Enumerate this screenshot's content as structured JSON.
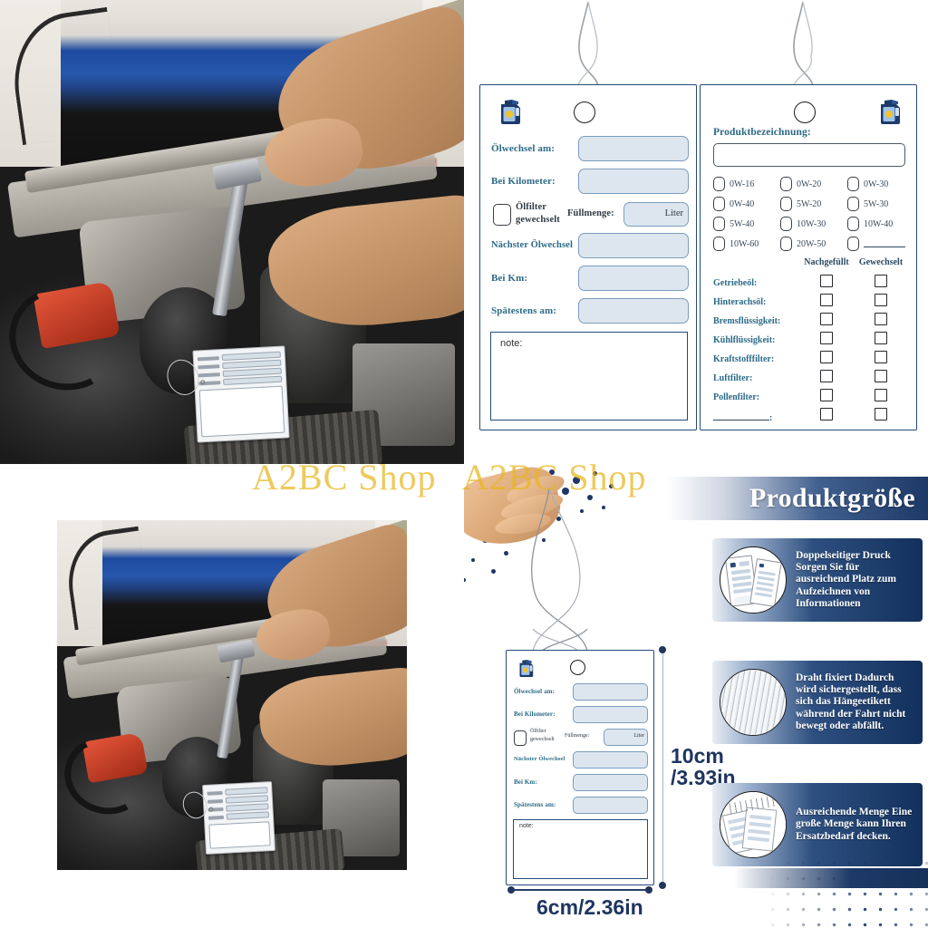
{
  "watermark": {
    "text": "A2BC Shop",
    "color": "#e8b71d"
  },
  "brand": {
    "accent": "#244a79",
    "label_color": "#2b6a87",
    "field_fill": "#dde6ef"
  },
  "photo": {
    "alt": "mechanic-working-on-engine-bay-with-service-tag"
  },
  "tag_front": {
    "icon": "oil-can-icon",
    "rows": [
      {
        "label": "Ölwechsel am:",
        "value": ""
      },
      {
        "label": "Bei Kilometer:",
        "value": ""
      }
    ],
    "filter_checkbox": {
      "label_line1": "Ölfilter",
      "label_line2": "gewechselt",
      "checked": false
    },
    "fill_amount": {
      "label": "Füllmenge:",
      "unit": "Liter",
      "value": ""
    },
    "rows2": [
      {
        "label": "Nächster Ölwechsel",
        "value": ""
      },
      {
        "label": "Bei Km:",
        "value": ""
      },
      {
        "label": "Spätestens am:",
        "value": ""
      }
    ],
    "note": {
      "label": "note:",
      "value": ""
    }
  },
  "tag_back": {
    "icon": "oil-can-icon",
    "product_label": "Produktbezeichnung:",
    "product_value": "",
    "grades": [
      [
        "0W-16",
        "0W-20",
        "0W-30"
      ],
      [
        "0W-40",
        "5W-20",
        "5W-30"
      ],
      [
        "5W-40",
        "10W-30",
        "10W-40"
      ],
      [
        "10W-60",
        "20W-50",
        ""
      ]
    ],
    "table": {
      "headers": [
        "Nachgefüllt",
        "Gewechselt"
      ],
      "rows": [
        "Getriebeöl:",
        "Hinterachsöl:",
        "Bremsflüssigkeit:",
        "Kühlflüssigkeit:",
        "Kraftstofffilter:",
        "Luftfilter:",
        "Pollenfilter:",
        ":"
      ]
    }
  },
  "size_panel": {
    "title": "Produktgröße",
    "height_label": "10cm\n/3.93in",
    "height_label_line1": "10cm",
    "height_label_line2": "/3.93in",
    "width_label": "6cm/2.36in",
    "features": [
      {
        "image": "double-sided-print-tags-icon",
        "text": "Doppelseitiger Druck Sorgen Sie für ausreichend Platz zum Aufzeichnen von Informationen"
      },
      {
        "image": "steel-wires-icon",
        "text": "Draht fixiert Dadurch wird sichergestellt, dass sich das Hängeetikett während der Fahrt nicht bewegt oder abfällt."
      },
      {
        "image": "tag-stack-icon",
        "text": "Ausreichende Menge Eine große Menge kann Ihren Ersatzbedarf decken."
      }
    ]
  }
}
